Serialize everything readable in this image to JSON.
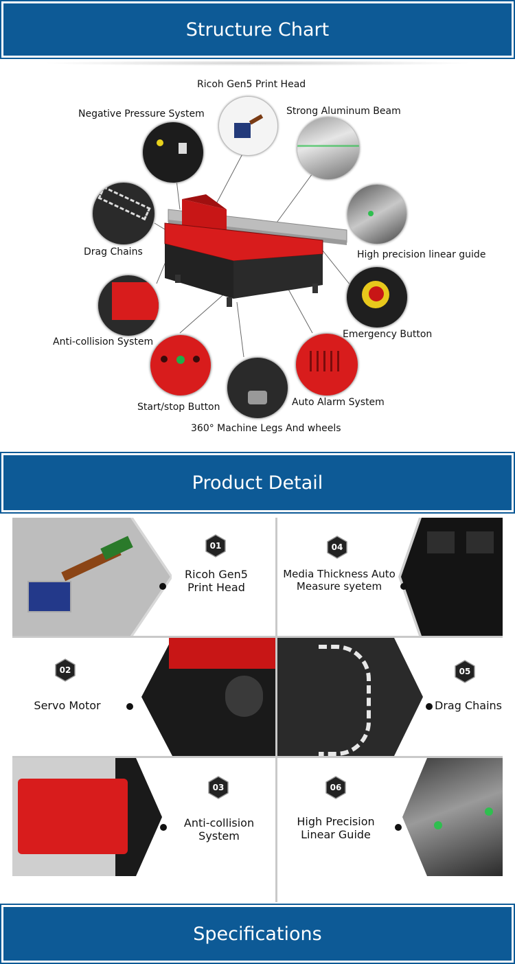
{
  "sections": {
    "structure_title": "Structure Chart",
    "detail_title": "Product Detail",
    "spec_title": "Specifications"
  },
  "structure": {
    "callouts": [
      "Ricoh Gen5 Print Head",
      "Negative Pressure System",
      "Strong Aluminum Beam",
      "Drag Chains",
      "High precision linear guide",
      "Anti-collision System",
      "Emergency Button",
      "Start/stop Button",
      "Auto Alarm System",
      "360° Machine Legs And wheels"
    ]
  },
  "details": [
    {
      "num": "01",
      "line1": "Ricoh Gen5",
      "line2": "Print Head"
    },
    {
      "num": "04",
      "line1": "Media Thickness Auto",
      "line2": "Measure syetem"
    },
    {
      "num": "02",
      "line1": "Servo Motor",
      "line2": ""
    },
    {
      "num": "05",
      "line1": "Drag Chains",
      "line2": ""
    },
    {
      "num": "03",
      "line1": "Anti-collision",
      "line2": "System"
    },
    {
      "num": "06",
      "line1": "High Precision",
      "line2": "Linear Guide"
    }
  ],
  "colors": {
    "banner": "#0d5a96",
    "machine_red": "#d81c1c",
    "machine_dark": "#1e1e1e"
  }
}
